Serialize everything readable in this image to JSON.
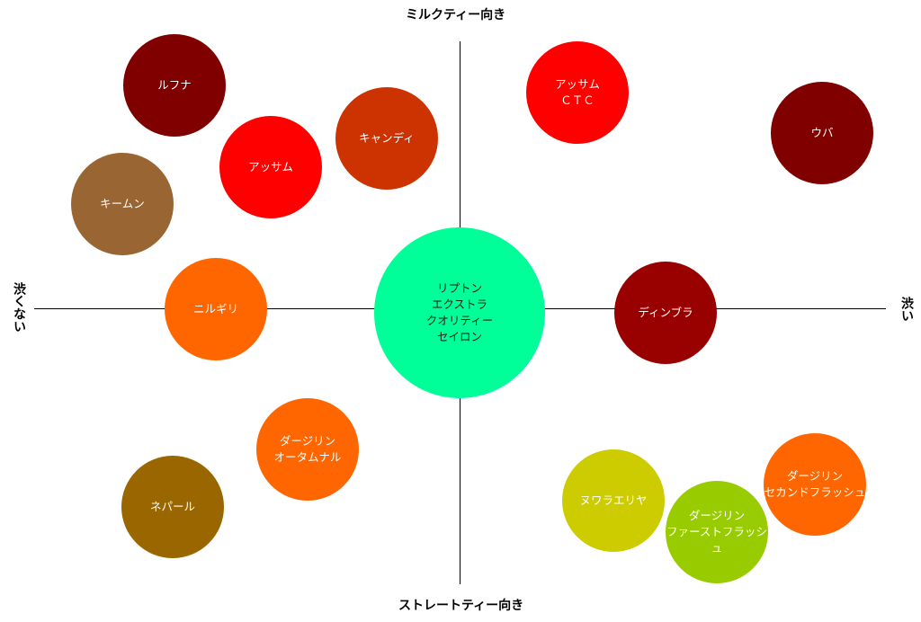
{
  "axes": {
    "top": "ミルクティー向き",
    "bottom": "ストレートティー向き",
    "left": "渋くない",
    "right": "渋い"
  },
  "teas": [
    {
      "name": "ルフナ",
      "color": "#800000"
    },
    {
      "name": "アッサム\nＣＴＣ",
      "color": "#ff0000"
    },
    {
      "name": "ウバ",
      "color": "#800000"
    },
    {
      "name": "キャンディ",
      "color": "#cc3300"
    },
    {
      "name": "アッサム",
      "color": "#ff0000"
    },
    {
      "name": "キームン",
      "color": "#996633"
    },
    {
      "name": "ニルギリ",
      "color": "#ff6600"
    },
    {
      "name": "リプトン\nエクストラ\nクオリティー\nセイロン",
      "color": "#00ff99"
    },
    {
      "name": "ディンブラ",
      "color": "#990000"
    },
    {
      "name": "ダージリン\nオータムナル",
      "color": "#ff6600"
    },
    {
      "name": "ネパール",
      "color": "#996600"
    },
    {
      "name": "ヌワラエリヤ",
      "color": "#cccc00"
    },
    {
      "name": "ダージリン\nファーストフラッシュ",
      "color": "#99cc00"
    },
    {
      "name": "ダージリン\nセカンドフラッシュ",
      "color": "#ff6600"
    }
  ]
}
